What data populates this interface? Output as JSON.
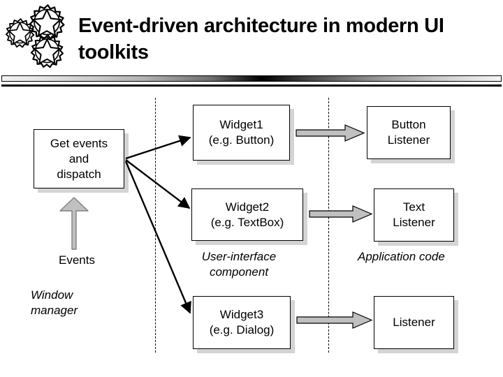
{
  "header": {
    "title": "Event-driven architecture in modern UI toolkits",
    "logo_name": "three-gears-logo"
  },
  "diagram": {
    "dispatcher": {
      "label": "Get events\nand\ndispatch",
      "line1": "Get events",
      "line2": "and",
      "line3": "dispatch"
    },
    "events_label": "Events",
    "window_manager_label": "Window\nmanager",
    "window_manager_line1": "Window",
    "window_manager_line2": "manager",
    "column_labels": {
      "ui_component_line1": "User-interface",
      "ui_component_line2": "component",
      "app_code_line1": "Application",
      "app_code_line2": "code"
    },
    "widgets": [
      {
        "line1": "Widget1",
        "line2": "(e.g. Button)"
      },
      {
        "line1": "Widget2",
        "line2": "(e.g. TextBox)"
      },
      {
        "line1": "Widget3",
        "line2": "(e.g. Dialog)"
      }
    ],
    "listeners": [
      {
        "line1": "Button",
        "line2": "Listener"
      },
      {
        "line1": "Text",
        "line2": "Listener"
      },
      {
        "line1": "Listener",
        "line2": ""
      }
    ]
  },
  "colors": {
    "background": "#ffffff",
    "ink": "#000000",
    "shadow": "#d4d4d4",
    "arrow_fill": "#c0c0c0",
    "arrow_stroke": "#000000"
  }
}
